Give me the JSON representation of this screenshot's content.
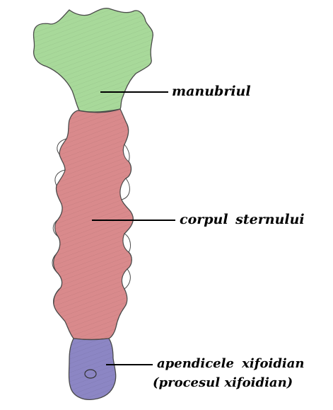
{
  "labels": {
    "manubrium": "manubriul",
    "body": "corpul  sternului",
    "xiphoid_line1": "apendicele  xifoidian",
    "xiphoid_line2": "(procesul xifoidian)"
  },
  "colors": {
    "manubrium_fill": "#a8d99a",
    "body_fill": "#d98a8c",
    "xiphoid_fill": "#8c86c4",
    "outline": "#4a4a4a",
    "leader_line": "#000000"
  }
}
